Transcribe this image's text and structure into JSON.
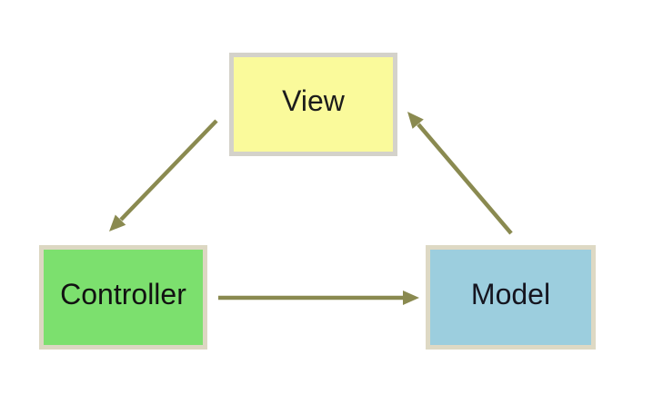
{
  "diagram": {
    "background_color": "#ffffff",
    "arrow_color": "#8a8a50",
    "nodes": [
      {
        "id": "view",
        "label": "View",
        "fill": "#fafa9b",
        "border": "#d4d2ca",
        "text_color": "#1c1c1c"
      },
      {
        "id": "controller",
        "label": "Controller",
        "fill": "#7ce06e",
        "border": "#dcd7c2",
        "text_color": "#121212"
      },
      {
        "id": "model",
        "label": "Model",
        "fill": "#9ccede",
        "border": "#ded9c4",
        "text_color": "#15151f"
      }
    ],
    "edges": [
      {
        "from": "View",
        "to": "Controller"
      },
      {
        "from": "Controller",
        "to": "Model"
      },
      {
        "from": "Model",
        "to": "View"
      }
    ]
  }
}
